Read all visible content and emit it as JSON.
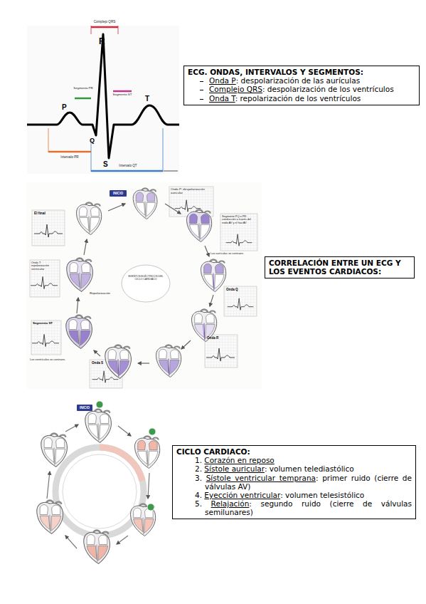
{
  "diagram": {
    "nodes": [
      {
        "text": [
          "ECG. ONDAS, INTERVALOS Y SEGMENTOS:",
          "Onda P: despolarización de las aurículas",
          "Complejo QRS: despolarización de los ventrículos",
          "Onda T: repolarización de los ventrículos"
        ]
      },
      {
        "text": [
          "INICIO"
        ]
      },
      {
        "text": [
          "CORRELACIÓN ENTRE UN ECG Y LOS EVENTOS CARDIACOS:"
        ]
      },
      {
        "text": [
          "INICIO"
        ]
      },
      {
        "text": [
          "CICLO CARDIACO:",
          "1. Corazón en reposo",
          "2. Sístole auricular: volumen telediastólico",
          "3. Sístole ventricular temprana: primer ruido (cierre de válvulas AV)",
          "4. Eyección ventricular: volumen telesistólico",
          "5. Relajación: segundo ruido (cierre de válvulas semilunares)"
        ]
      }
    ],
    "labels": [
      "Complejo QRS",
      "R",
      "Segmento PR",
      "Segmento ST",
      "P",
      "T",
      "Q",
      "S",
      "Intervalo PR",
      "Intervalo QT",
      "El final",
      "Onda P: despolarización auricular",
      "Segmento PQ o PR: conducción a través del nodo AV y el haz AV",
      "Las aurículas se contraen.",
      "Onda Q",
      "Onda R",
      "Onda S",
      "Segmento ST",
      "Los ventrículos se contraen.",
      "Onda T: repolarización ventricular",
      "Repolarización",
      "EVENTOS ELÉCTRICOS DEL CICLO CARDIACO"
    ]
  }
}
